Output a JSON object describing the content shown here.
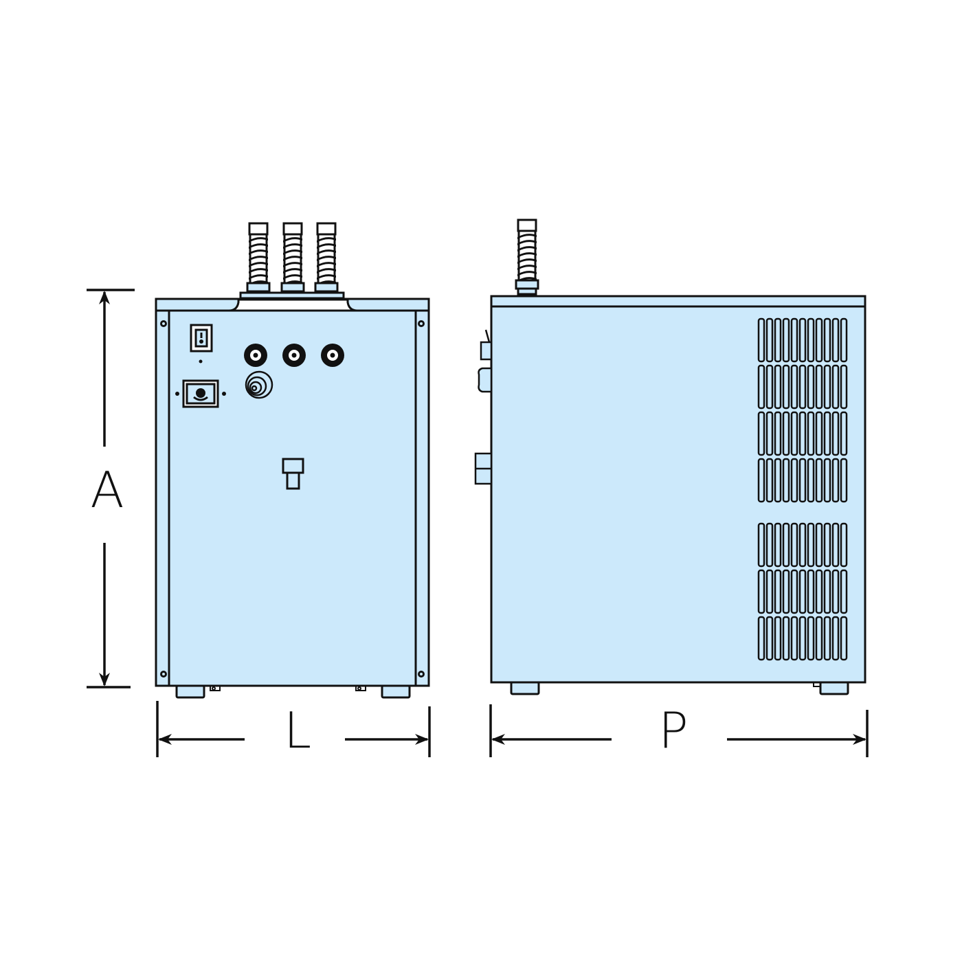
{
  "dimensions": {
    "height_label": "A",
    "width_label": "L",
    "depth_label": "P"
  },
  "colors": {
    "body_fill": "#cce9fb",
    "stroke": "#111111"
  },
  "front_view": {
    "hose_count": 3,
    "outlet_count": 3
  },
  "side_view": {
    "vent_columns": 11,
    "vent_rows_upper": 4,
    "vent_rows_lower": 3
  }
}
